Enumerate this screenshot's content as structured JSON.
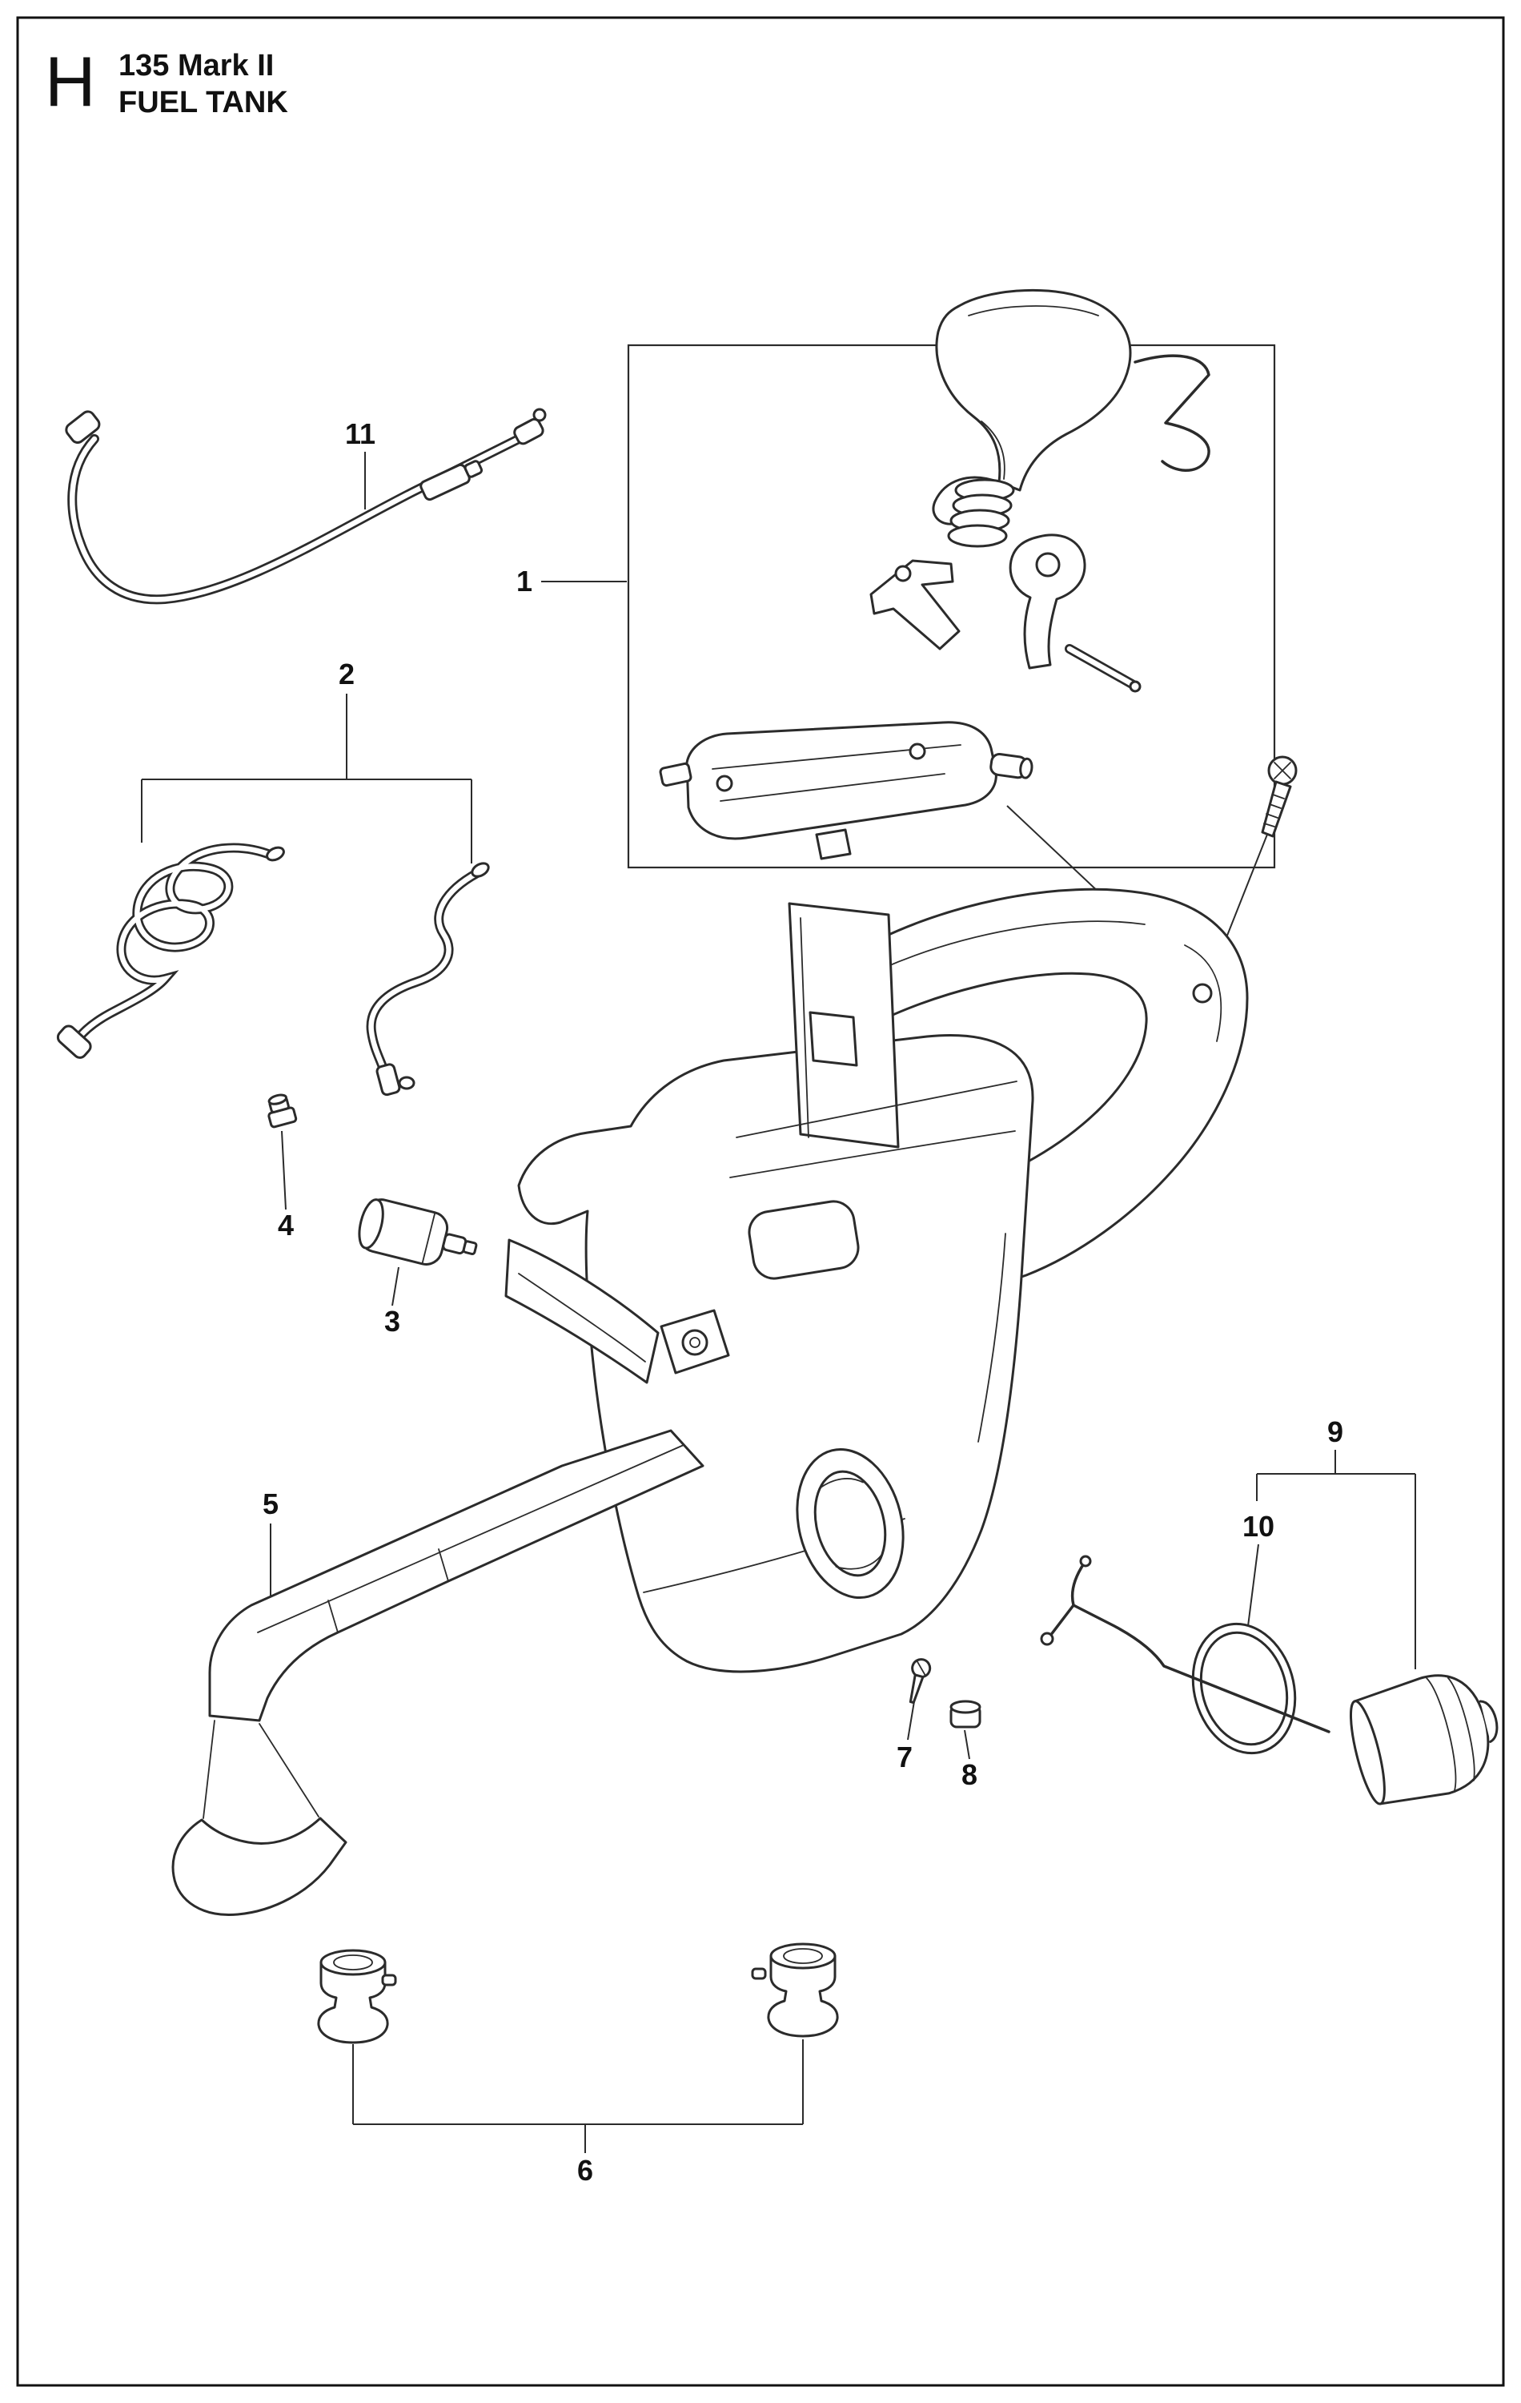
{
  "header": {
    "section_letter": "H",
    "model": "135 Mark II",
    "title": "FUEL TANK"
  },
  "callouts": [
    {
      "label": "1"
    },
    {
      "label": "2"
    },
    {
      "label": "3"
    },
    {
      "label": "4"
    },
    {
      "label": "5"
    },
    {
      "label": "6"
    },
    {
      "label": "7"
    },
    {
      "label": "8"
    },
    {
      "label": "9"
    },
    {
      "label": "10"
    },
    {
      "label": "11"
    }
  ]
}
